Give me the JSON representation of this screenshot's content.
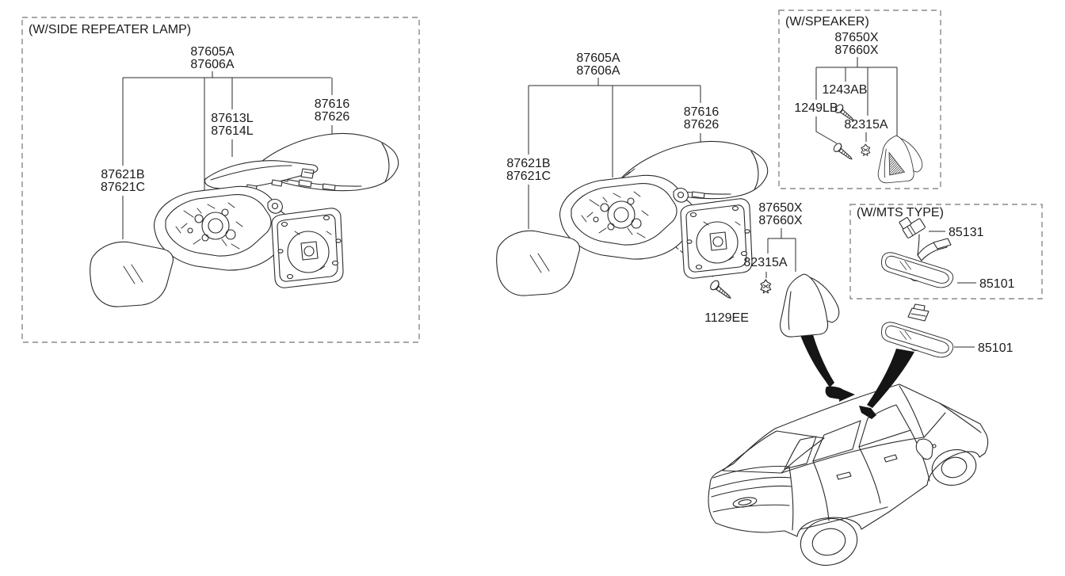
{
  "diagram": {
    "colors": {
      "line": "#2a2a2a",
      "dashed_border": "#8a8a8a",
      "background": "#ffffff",
      "arrow_fill": "#151515"
    },
    "left_box": {
      "title": "(W/SIDE REPEATER LAMP)",
      "labels": {
        "assembly": [
          "87605A",
          "87606A"
        ],
        "repeater_lamp": [
          "87613L",
          "87614L"
        ],
        "cover": [
          "87616",
          "87626"
        ],
        "glass": [
          "87621B",
          "87621C"
        ]
      }
    },
    "middle_assembly": {
      "labels": {
        "assembly": [
          "87605A",
          "87606A"
        ],
        "cover": [
          "87616",
          "87626"
        ],
        "glass": [
          "87621B",
          "87621C"
        ],
        "corner_cover": [
          "87650X",
          "87660X"
        ],
        "clip": "82315A",
        "bolt": "1129EE"
      }
    },
    "speaker_box": {
      "title": "(W/SPEAKER)",
      "labels": {
        "corner_cover": [
          "87650X",
          "87660X"
        ],
        "screw_upper": "1243AB",
        "screw_lower": "1249LB",
        "clip": "82315A"
      }
    },
    "mts_box": {
      "title": "(W/MTS TYPE)",
      "labels": {
        "connector": "85131",
        "mirror": "85101"
      }
    },
    "inside_mirror": {
      "label": "85101"
    }
  }
}
